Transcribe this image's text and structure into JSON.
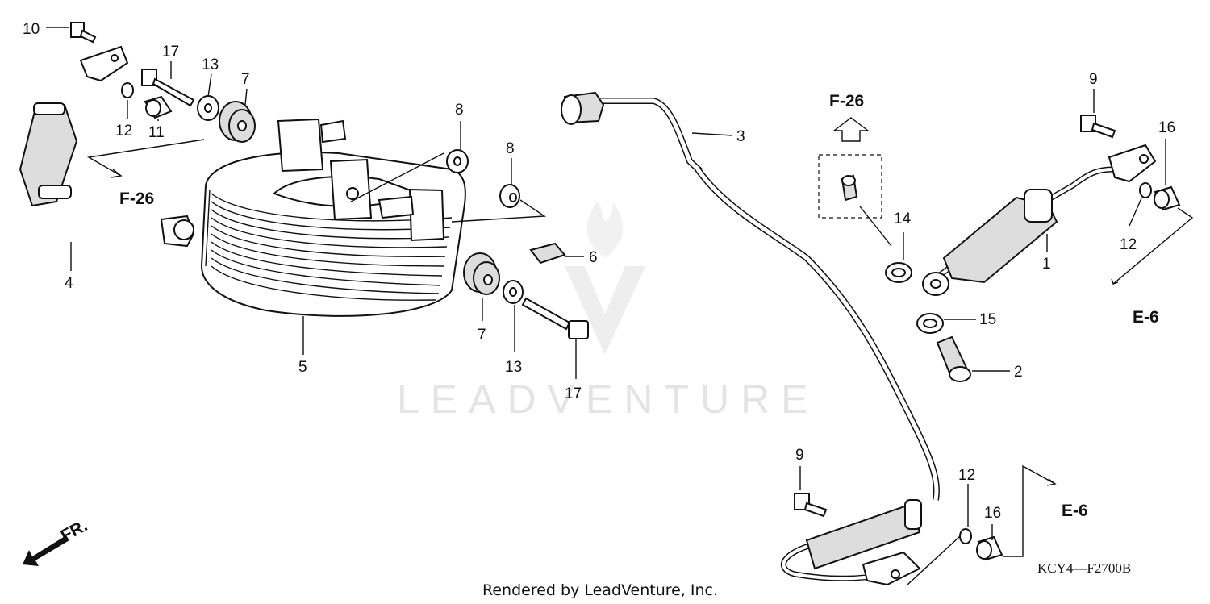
{
  "diagram": {
    "callouts": {
      "n1": "1",
      "n2": "2",
      "n3": "3",
      "n4": "4",
      "n5": "5",
      "n6": "6",
      "n7a": "7",
      "n7b": "7",
      "n8a": "8",
      "n8b": "8",
      "n9a": "9",
      "n9b": "9",
      "n10": "10",
      "n11": "11",
      "n12a": "12",
      "n12b": "12",
      "n12c": "12",
      "n13a": "13",
      "n13b": "13",
      "n14": "14",
      "n15": "15",
      "n16a": "16",
      "n16b": "16",
      "n17a": "17",
      "n17b": "17"
    },
    "refs": {
      "f26_left": "F-26",
      "f26_top": "F-26",
      "e6_right": "E-6",
      "e6_bottom": "E-6"
    },
    "front_label": "FR.",
    "diagram_code": "KCY4—F2700B",
    "credit": "Rendered by LeadVenture, Inc.",
    "watermark": "LEADVENTURE"
  }
}
